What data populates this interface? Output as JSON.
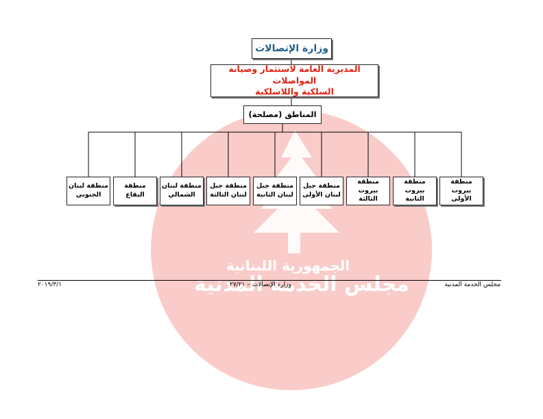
{
  "org_chart": {
    "ministry": "وزارة الإتصالات",
    "directorate_line1": "المديرية العامة لاستثمار وصيانة المواصلات",
    "directorate_line2": "السلكية واللاسلكية",
    "regions_header": "المناطق (مصلحة)",
    "regions": [
      {
        "line1": "منطقة بيروت",
        "line2": "الأولى"
      },
      {
        "line1": "منطقة بيروت",
        "line2": "الثانية"
      },
      {
        "line1": "منطقة بيروت",
        "line2": "الثالثة"
      },
      {
        "line1": "منطقة جبل",
        "line2": "لبنان الأولى"
      },
      {
        "line1": "منطقة جبل",
        "line2": "لبنان الثانية"
      },
      {
        "line1": "منطقة جبل",
        "line2": "لبنان الثالثة"
      },
      {
        "line1": "منطقة لبنان",
        "line2": "الشمالي"
      },
      {
        "line1": "منطقة",
        "line2": "البقاع"
      },
      {
        "line1": "منطقة لبنان",
        "line2": "الجنوبي"
      }
    ]
  },
  "footer": {
    "right": "مجلس الخدمة المدنية",
    "center": "وزارة الإتصالات – ٢٧/٢١",
    "left": "٢٠١٩/٣/١"
  },
  "watermark": {
    "line1": "الجمهورية اللبنانية",
    "line2": "مجلس الخدمة المدنية",
    "color": "#f2a7a2"
  }
}
